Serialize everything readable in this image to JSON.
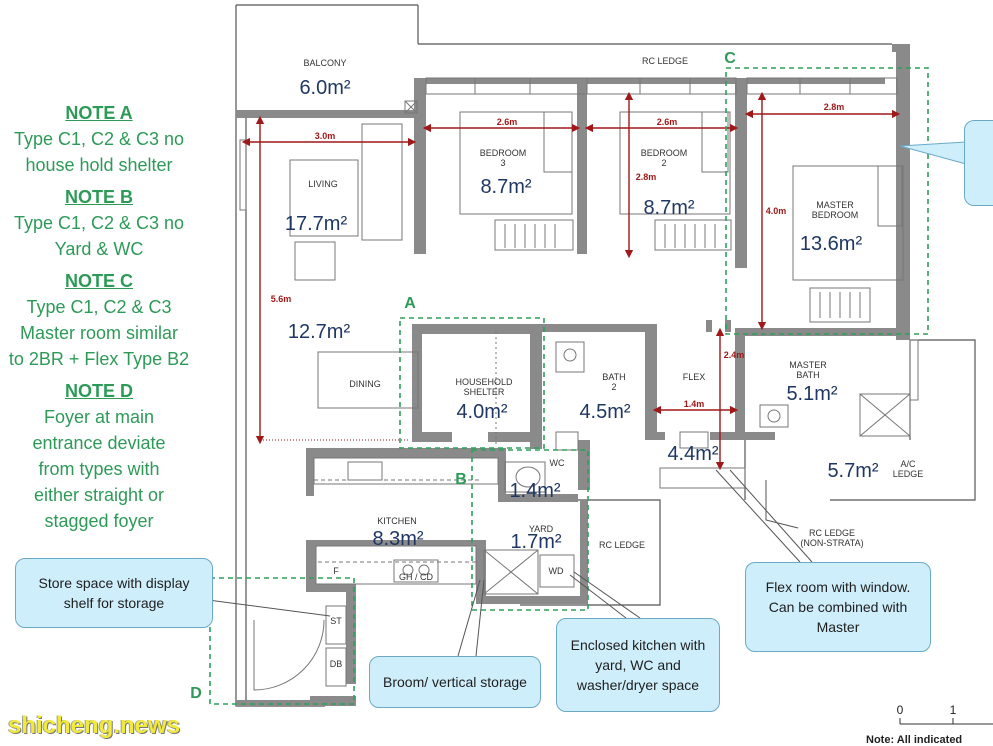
{
  "notes": [
    {
      "heading": "NOTE A",
      "lines": [
        "Type C1, C2 & C3 no",
        "house hold shelter"
      ]
    },
    {
      "heading": "NOTE B",
      "lines": [
        "Type C1, C2 & C3 no",
        "Yard & WC"
      ]
    },
    {
      "heading": "NOTE C",
      "lines": [
        "Type C1, C2 & C3",
        "Master room similar",
        "to 2BR + Flex Type B2"
      ]
    },
    {
      "heading": "NOTE D",
      "lines": [
        "Foyer at main",
        "entrance deviate",
        "from types with",
        "either straight or",
        "stagged foyer"
      ]
    }
  ],
  "rooms": {
    "balcony": {
      "label": "BALCONY",
      "area": "6.0m²"
    },
    "living": {
      "label": "LIVING",
      "area": "17.7m²"
    },
    "bedroom3": {
      "label": "BEDROOM\n3",
      "l1": "BEDROOM",
      "l2": "3",
      "area": "8.7m²"
    },
    "bedroom2": {
      "l1": "BEDROOM",
      "l2": "2",
      "area": "8.7m²"
    },
    "master_bedroom": {
      "l1": "MASTER",
      "l2": "BEDROOM",
      "area": "13.6m²"
    },
    "dining": {
      "label": "DINING",
      "area": "12.7m²"
    },
    "household_shelter": {
      "l1": "HOUSEHOLD",
      "l2": "SHELTER",
      "area": "4.0m²"
    },
    "bath2": {
      "l1": "BATH",
      "l2": "2",
      "area": "4.5m²"
    },
    "flex": {
      "label": "FLEX",
      "area": "4.4m²"
    },
    "master_bath": {
      "l1": "MASTER",
      "l2": "BATH",
      "area": "5.1m²"
    },
    "ac_ledge": {
      "l1": "A/C",
      "l2": "LEDGE",
      "area": "5.7m²"
    },
    "wc": {
      "label": "WC",
      "area": "1.4m²"
    },
    "kitchen": {
      "label": "KITCHEN",
      "area": "8.3m²"
    },
    "yard": {
      "label": "YARD",
      "area": "1.7m²"
    }
  },
  "labels": {
    "rc_ledge_top": "RC LEDGE",
    "rc_ledge_mid": "RC LEDGE",
    "rc_ledge_ns1": "RC LEDGE",
    "rc_ledge_ns2": "(NON-STRATA)",
    "wd": "WD",
    "f": "F",
    "gh_cd": "GH / CD",
    "st": "ST",
    "db": "DB",
    "zone_a": "A",
    "zone_b": "B",
    "zone_c": "C",
    "zone_d": "D",
    "scale_0": "0",
    "scale_1": "1"
  },
  "dimensions": {
    "living_w": "3.0m",
    "b3_w": "2.6m",
    "b2_w": "2.6m",
    "b2_h": "2.8m",
    "mb_w": "2.8m",
    "mb_h": "4.0m",
    "dining_h": "5.6m",
    "flex_h": "2.4m",
    "flex_w": "1.4m"
  },
  "callouts": {
    "store": "Store space with display shelf for storage",
    "broom": "Broom/ vertical storage",
    "kitchen": "Enclosed kitchen with yard, WC and washer/dryer space",
    "flex": "Flex room with window. Can be combined with Master"
  },
  "scale_note": "Note: All indicated",
  "watermark": "shicheng.news",
  "colors": {
    "wall": "#8a8a8a",
    "area_text": "#1f3764",
    "note_text": "#2e9a58",
    "dimension": "#a01818",
    "zone_dash": "#2ea05a",
    "callout_fill": "#cfeefb"
  }
}
